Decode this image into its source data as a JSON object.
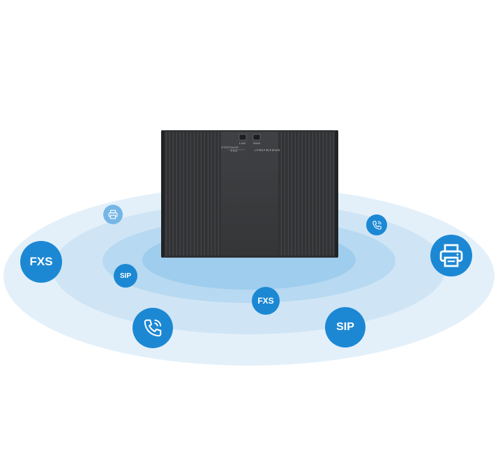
{
  "colors": {
    "bubble_primary": "#1c88d4",
    "bubble_light": "#74b6e6",
    "device_body": "#3a3b3d"
  },
  "device": {
    "brand": "STEPSAGE",
    "port_label": "FXS",
    "lan_label": "LAN",
    "wan_label": "WAN",
    "led_labels": [
      "LPS",
      "SIP1",
      "SIP2",
      "PWR"
    ]
  },
  "bubbles": {
    "fxs_left": "FXS",
    "fxs_center": "FXS",
    "sip_small": "SIP",
    "sip_large": "SIP"
  },
  "icons": {
    "printer_small": "printer-icon",
    "printer_large": "printer-icon",
    "phone_small": "phone-icon",
    "phone_large": "phone-icon"
  }
}
